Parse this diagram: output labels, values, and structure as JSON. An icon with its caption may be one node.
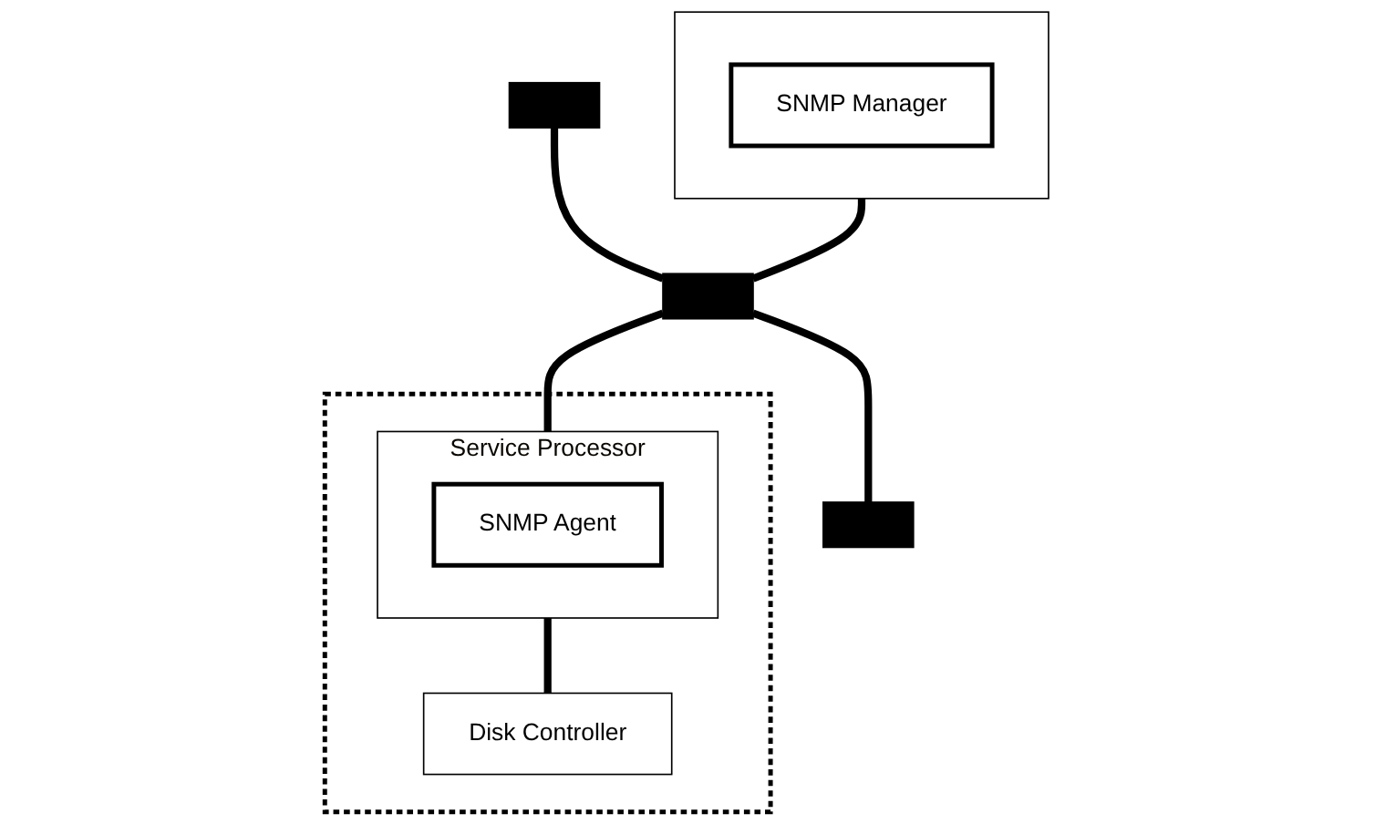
{
  "diagram": {
    "nodes": [
      {
        "text": [],
        "shape": "box"
      },
      {
        "text": [
          "SNMP Manager"
        ],
        "in": 0
      },
      {
        "text": [],
        "shape": "box"
      },
      {
        "text": [],
        "shape": "bar"
      },
      {
        "text": [],
        "shape": "box"
      },
      {
        "text": [],
        "shape": "box"
      },
      {
        "text": [
          "Service Processor"
        ],
        "in": 5
      },
      {
        "text": [
          "SNMP Agent"
        ],
        "in": 6
      },
      {
        "text": [
          "Disk Controller"
        ],
        "in": 5
      }
    ],
    "edges": [
      {
        "from": 2,
        "to": 3,
        "arrow": "none"
      },
      {
        "from": 3,
        "to": 4,
        "arrow": "none"
      },
      {
        "from": 0,
        "to": 3,
        "arrow": "none"
      },
      {
        "from": 3,
        "to": 6,
        "arrow": "none"
      },
      {
        "from": 6,
        "to": 8,
        "arrow": "none"
      }
    ]
  }
}
